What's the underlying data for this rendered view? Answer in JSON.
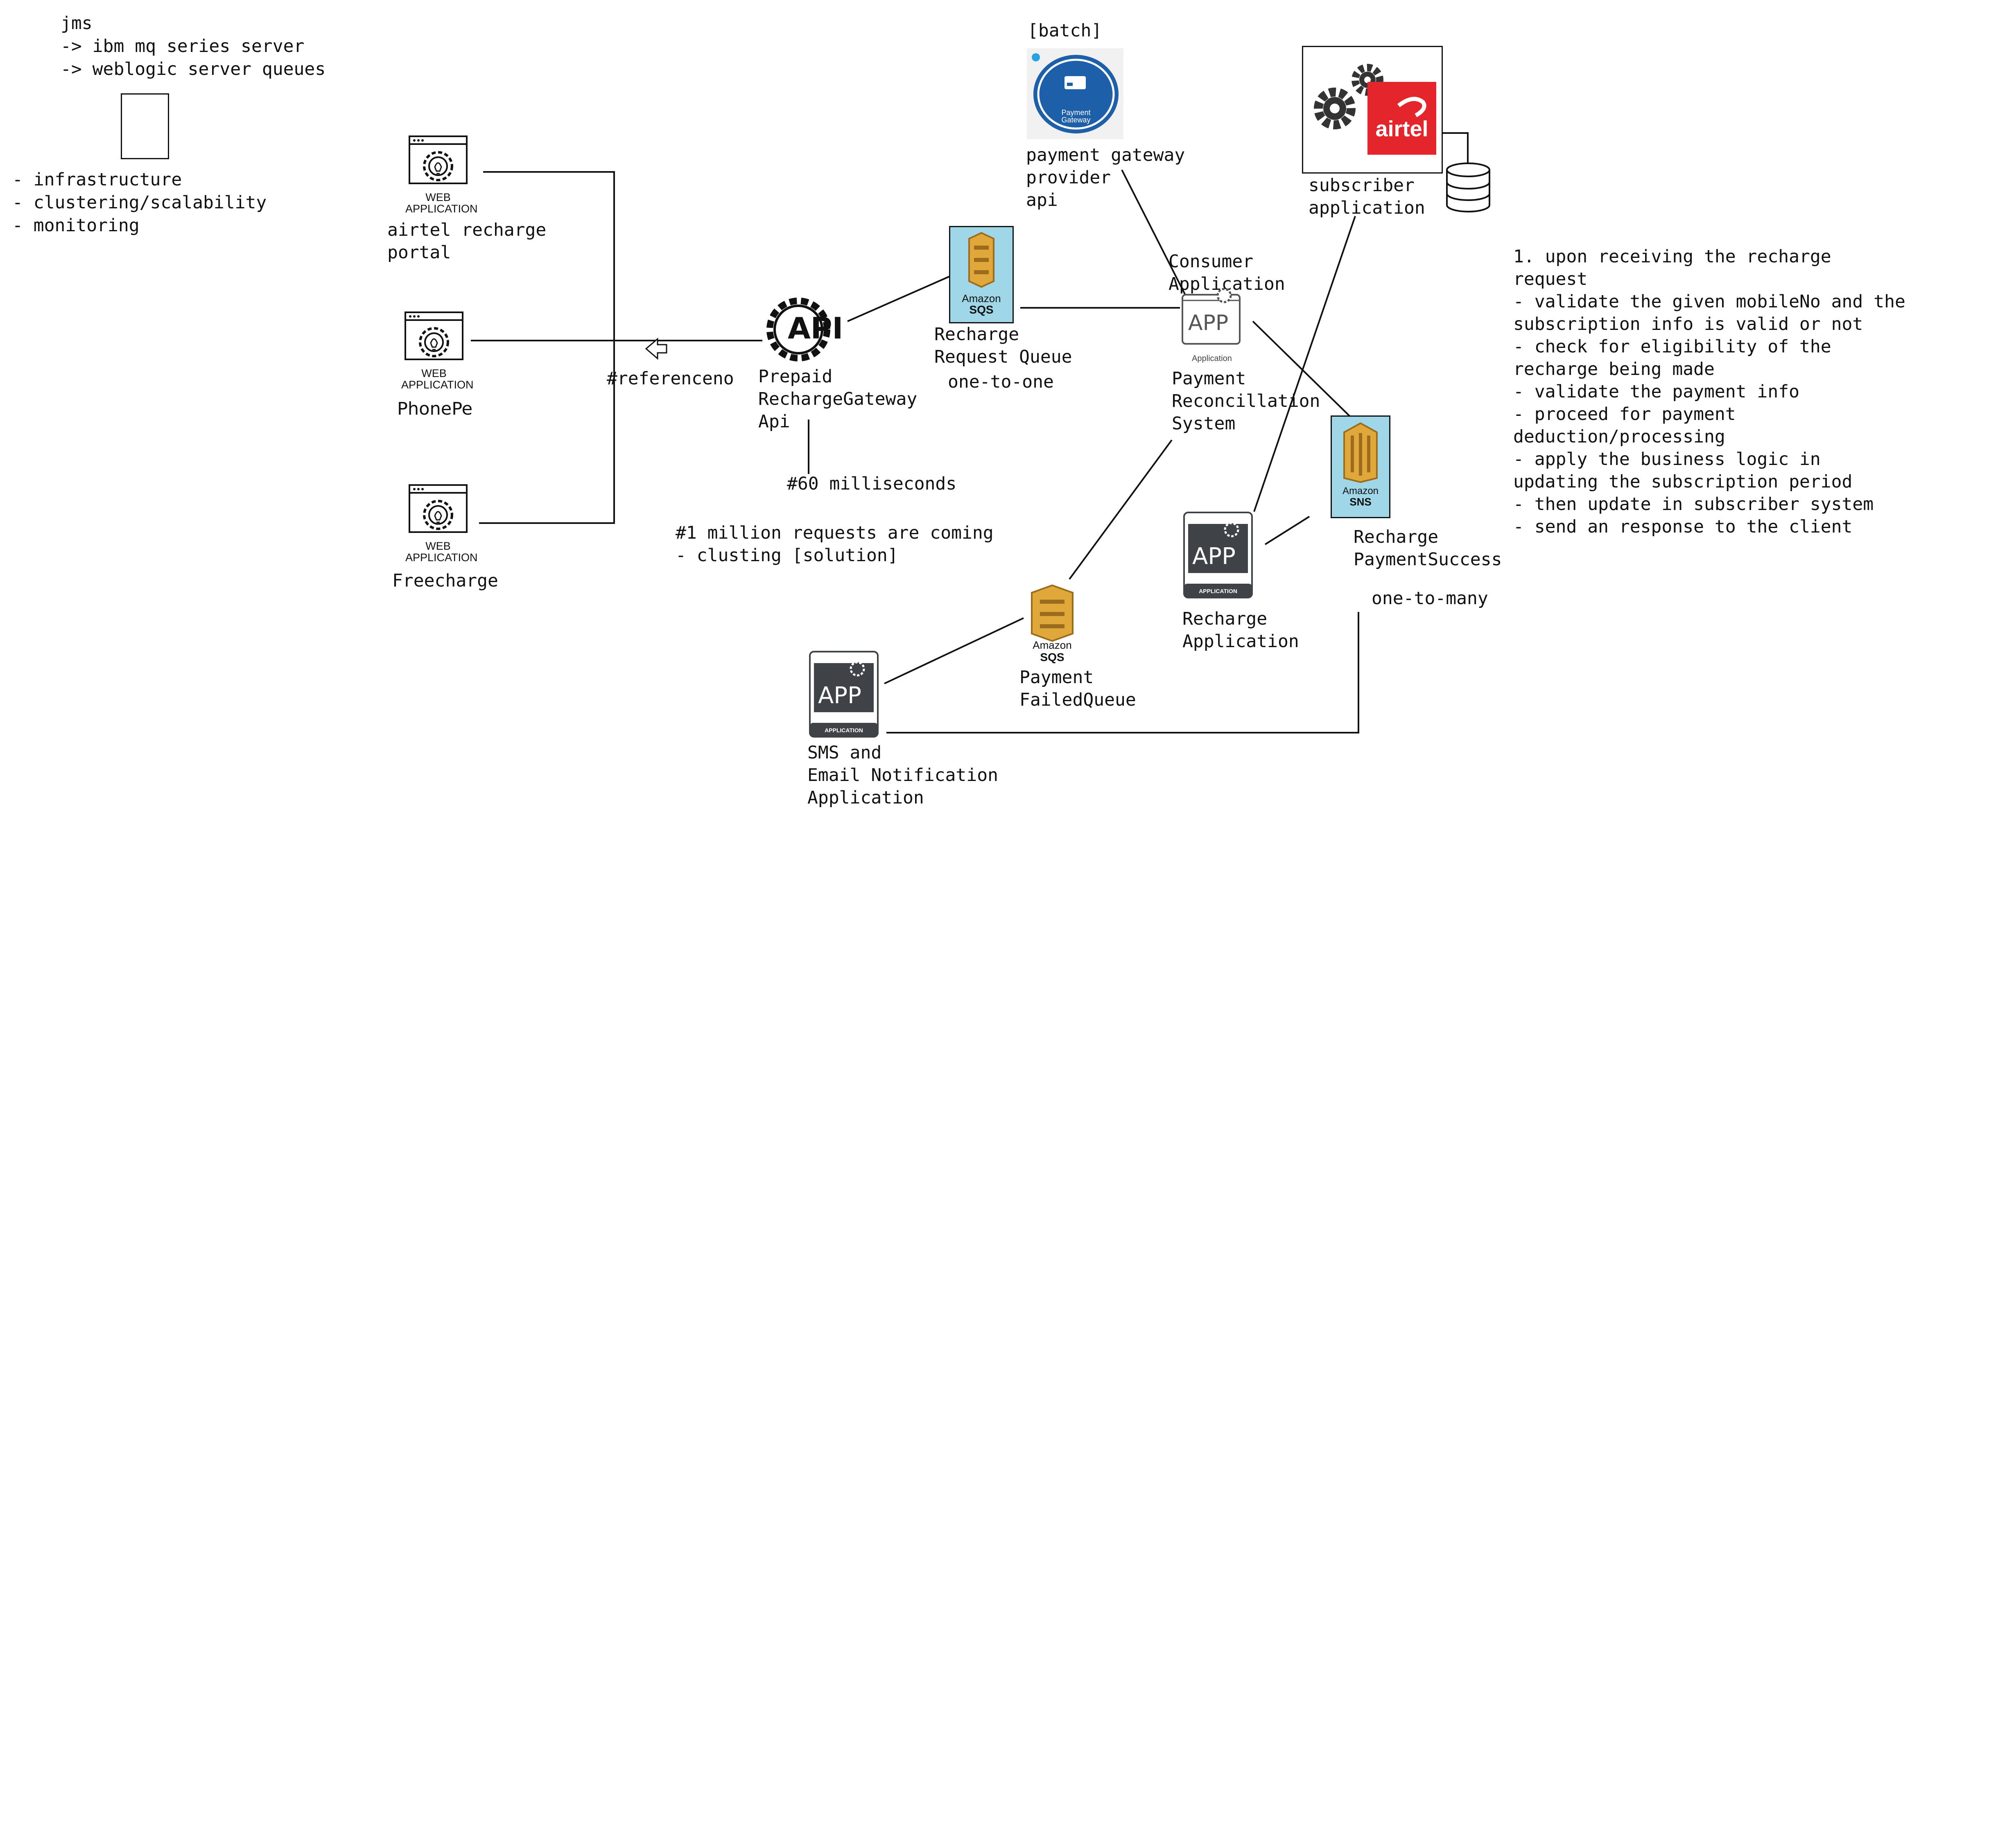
{
  "notes": {
    "jms_title": "jms",
    "jms_line1": "-> ibm mq series server",
    "jms_line2": "-> weblogic server queues",
    "concern1": "- infrastructure",
    "concern2": "- clustering/scalability",
    "concern3": "- monitoring"
  },
  "clients": {
    "airtel_caption": "WEB\nAPPLICATION",
    "airtel_label": "airtel recharge\nportal",
    "phonepe_caption": "WEB\nAPPLICATION",
    "phonepe_label": "PhonePe",
    "freecharge_caption": "WEB\nAPPLICATION",
    "freecharge_label": "Freecharge"
  },
  "gateway": {
    "icon_text": "API",
    "label": "Prepaid\nRechargeGateway\nApi",
    "reference": "#referenceno",
    "latency": "#60 milliseconds",
    "load_note": "#1 million requests are coming\n- clusting [solution]"
  },
  "request_queue": {
    "brand": "Amazon",
    "service": "SQS",
    "label": "Recharge\nRequest Queue",
    "mode": "one-to-one"
  },
  "payment_provider": {
    "tag": "[batch]",
    "logo_text": "Payment\nGateway",
    "label": "payment gateway\nprovider\napi"
  },
  "reconciliation": {
    "header": "Consumer\nApplication",
    "icon_text": "APP",
    "icon_caption": "Application",
    "label": "Payment\nReconcillation\nSystem"
  },
  "subscriber": {
    "brand": "airtel",
    "label": "subscriber\napplication"
  },
  "success_topic": {
    "brand": "Amazon",
    "service": "SNS",
    "label": "Recharge\nPaymentSuccess",
    "mode": "one-to-many"
  },
  "recharge_app": {
    "icon_text": "APP",
    "icon_caption": "APPLICATION",
    "label": "Recharge\nApplication"
  },
  "failed_queue": {
    "brand": "Amazon",
    "service": "SQS",
    "label": "Payment\nFailedQueue"
  },
  "notification_app": {
    "icon_text": "APP",
    "icon_caption": "APPLICATION",
    "label": "SMS and\nEmail Notification\nApplication"
  },
  "steps": {
    "text": "1. upon receiving the recharge\nrequest\n- validate the given mobileNo and the\nsubscription info is valid or not\n- check for eligibility of the\nrecharge being made\n- validate the payment info\n- proceed for payment\ndeduction/processing\n- apply the business logic in\nupdating the subscription period\n- then update in subscriber system\n- send an response to the client"
  },
  "colors": {
    "sqs_bg": "#9fd6e8",
    "sqs_icon": "#e0a83a",
    "sqs_icon_dark": "#9b6c1d",
    "sns_bg": "#9fd6e8",
    "airtel_red": "#e4252b",
    "app_dark": "#3f4247",
    "pg_blue": "#1d5fa8"
  }
}
